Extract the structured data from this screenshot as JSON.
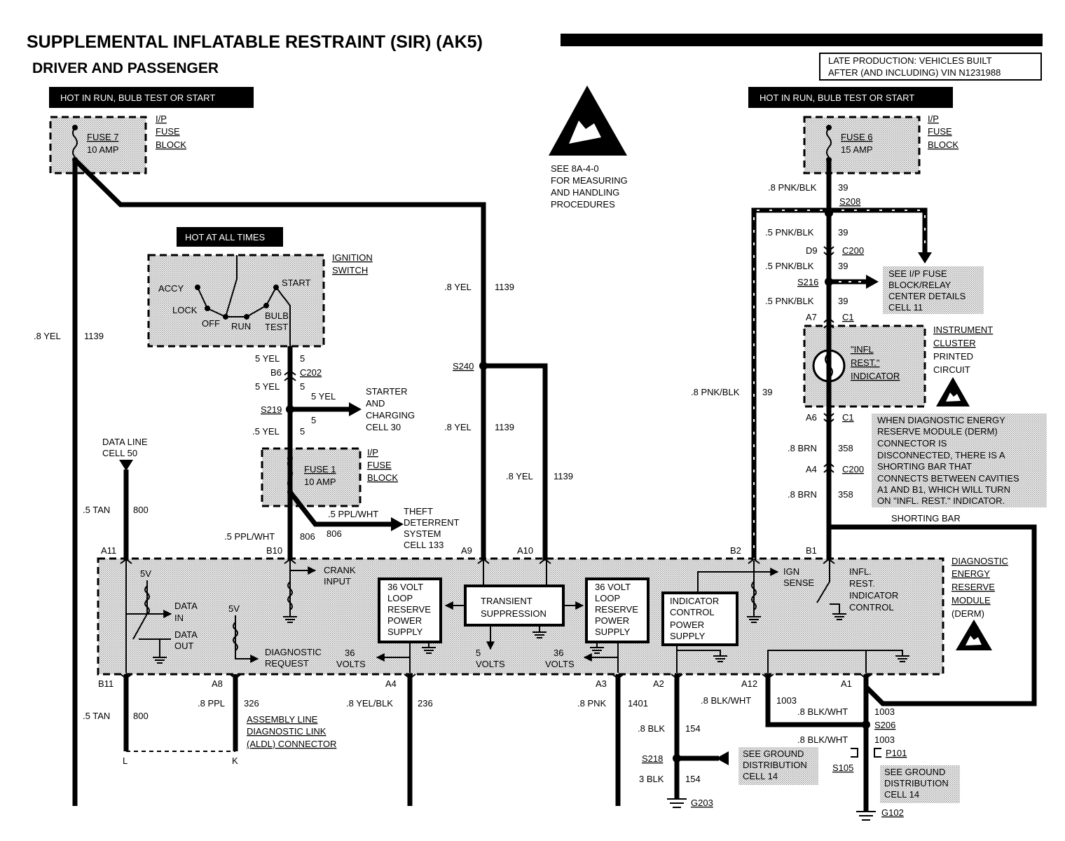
{
  "title": "SUPPLEMENTAL INFLATABLE RESTRAINT (SIR)  (AK5)",
  "subtitle": "DRIVER AND PASSENGER",
  "production_note": [
    "LATE PRODUCTION: VEHICLES BUILT",
    "AFTER (AND INCLUDING) VIN N1231988"
  ],
  "esd_note": [
    "SEE 8A-4-0",
    "FOR MEASURING",
    "AND HANDLING",
    "PROCEDURES"
  ],
  "power_left": "HOT IN RUN, BULB TEST OR START",
  "power_right": "HOT IN RUN, BULB TEST OR START",
  "power_hot": "HOT AT ALL TIMES",
  "fuse7": {
    "name": "FUSE 7",
    "rating": "10 AMP"
  },
  "fuse6": {
    "name": "FUSE 6",
    "rating": "15 AMP"
  },
  "fuse1": {
    "name": "FUSE 1",
    "rating": "10 AMP"
  },
  "ip_fuse_block": [
    "I/P",
    "FUSE",
    "BLOCK"
  ],
  "ignition": {
    "label": [
      "IGNITION",
      "SWITCH"
    ],
    "accy": "ACCY",
    "lock": "LOCK",
    "off": "OFF",
    "run": "RUN",
    "start": "START",
    "bulb": "BULB",
    "test": "TEST"
  },
  "wires": {
    "w1139_left": ".8 YEL",
    "c1139_left": "1139",
    "w1139_top": ".8 YEL",
    "c1139_top": "1139",
    "w1139_mid": ".8 YEL",
    "c1139_mid": "1139",
    "w1139_a10": ".8 YEL",
    "c1139_a10": "1139",
    "w5_a": "5 YEL",
    "c5_a": "5",
    "w5_b": "5 YEL",
    "c5_b": "5",
    "w5_c": ".5 YEL",
    "c5_c": "5",
    "w5_starter": "5 YEL",
    "c5_starter": "5",
    "w806": ".5 PPL/WHT",
    "c806": "806",
    "w806_theft": ".5 PPL/WHT",
    "c806_theft": "806",
    "w800_top": ".5 TAN",
    "c800_top": "800",
    "w800_bot": ".5 TAN",
    "c800_bot": "800",
    "w326": ".8 PPL",
    "c326": "326",
    "w236": ".8 YEL/BLK",
    "c236": "236",
    "w1401": ".8 PNK",
    "c1401": "1401",
    "w154_a": ".8 BLK",
    "c154_a": "154",
    "w154_b": "3 BLK",
    "c154_b": "154",
    "w1003_a": ".8 BLK/WHT",
    "c1003_a": "1003",
    "w1003_b": ".8 BLK/WHT",
    "c1003_b": "1003",
    "w1003_c": ".8 BLK/WHT",
    "c1003_c": "1003",
    "w39_a": ".8 PNK/BLK",
    "c39_a": "39",
    "w39_b": ".5 PNK/BLK",
    "c39_b": "39",
    "w39_c": ".5 PNK/BLK",
    "c39_c": "39",
    "w39_d": ".5 PNK/BLK",
    "c39_d": "39",
    "w39_left": ".8 PNK/BLK",
    "c39_left": "39",
    "w358_a": ".8 BRN",
    "c358_a": "358",
    "w358_b": ".8 BRN",
    "c358_b": "358"
  },
  "splices": {
    "s240": "S240",
    "s219": "S219",
    "s208": "S208",
    "s216": "S216",
    "s218": "S218",
    "s206": "S206",
    "s105": "S105"
  },
  "connectors": {
    "b6": "B6",
    "c202": "C202",
    "d9": "D9",
    "c200_a": "C200",
    "a7": "A7",
    "c1_a": "C1",
    "a6": "A6",
    "c1_b": "C1",
    "a4": "A4",
    "c200_b": "C200",
    "a11": "A11",
    "b10": "B10",
    "a9": "A9",
    "a10": "A10",
    "b2": "B2",
    "b1": "B1",
    "b11": "B11",
    "a8": "A8",
    "a4_bot": "A4",
    "a3": "A3",
    "a2": "A2",
    "a12": "A12",
    "a1": "A1",
    "p101": "P101",
    "l": "L",
    "k": "K"
  },
  "grounds": {
    "g203": "G203",
    "g102": "G102"
  },
  "data_line": [
    "DATA LINE",
    "CELL 50"
  ],
  "starter": [
    "STARTER",
    "AND",
    "CHARGING",
    "CELL 30"
  ],
  "theft": [
    "THEFT",
    "DETERRENT",
    "SYSTEM",
    "CELL 133"
  ],
  "see_ip_fuse": [
    "SEE I/P FUSE",
    "BLOCK/RELAY",
    "CENTER DETAILS",
    "CELL 11"
  ],
  "cluster": {
    "label": [
      "INSTRUMENT",
      "CLUSTER",
      "PRINTED",
      "CIRCUIT"
    ],
    "indicator": [
      "\"INFL",
      "REST.\"",
      "INDICATOR"
    ]
  },
  "derm_note": [
    "WHEN DIAGNOSTIC ENERGY",
    "RESERVE MODULE (DERM)",
    "CONNECTOR IS",
    "DISCONNECTED, THERE IS A",
    "SHORTING BAR THAT",
    "CONNECTS BETWEEN CAVITIES",
    "A1 AND B1, WHICH WILL TURN",
    "ON \"INFL. REST.\" INDICATOR."
  ],
  "shorting_bar": "SHORTING BAR",
  "derm": {
    "label": [
      "DIAGNOSTIC",
      "ENERGY",
      "RESERVE",
      "MODULE",
      "(DERM)"
    ],
    "five_v_a": "5V",
    "five_v_b": "5V",
    "data_in": [
      "DATA",
      "IN"
    ],
    "data_out": [
      "DATA",
      "OUT"
    ],
    "crank": [
      "CRANK",
      "INPUT"
    ],
    "loop_left": [
      "36 VOLT",
      "LOOP",
      "RESERVE",
      "POWER",
      "SUPPLY"
    ],
    "loop_right": [
      "36 VOLT",
      "LOOP",
      "RESERVE",
      "POWER",
      "SUPPLY"
    ],
    "transient": [
      "TRANSIENT",
      "SUPPRESSION"
    ],
    "indicator_ps": [
      "INDICATOR",
      "CONTROL",
      "POWER",
      "SUPPLY"
    ],
    "ign_sense": [
      "IGN",
      "SENSE"
    ],
    "infl_ctrl": [
      "INFL.",
      "REST.",
      "INDICATOR",
      "CONTROL"
    ],
    "diag_req": [
      "DIAGNOSTIC",
      "REQUEST"
    ],
    "v36_a": [
      "36",
      "VOLTS"
    ],
    "v5": [
      "5",
      "VOLTS"
    ],
    "v36_b": [
      "36",
      "VOLTS"
    ]
  },
  "aldl": [
    "ASSEMBLY LINE",
    "DIAGNOSTIC LINK",
    "(ALDL) CONNECTOR"
  ],
  "ground_dist_a": [
    "SEE GROUND",
    "DISTRIBUTION",
    "CELL 14"
  ],
  "ground_dist_b": [
    "SEE GROUND",
    "DISTRIBUTION",
    "CELL 14"
  ]
}
